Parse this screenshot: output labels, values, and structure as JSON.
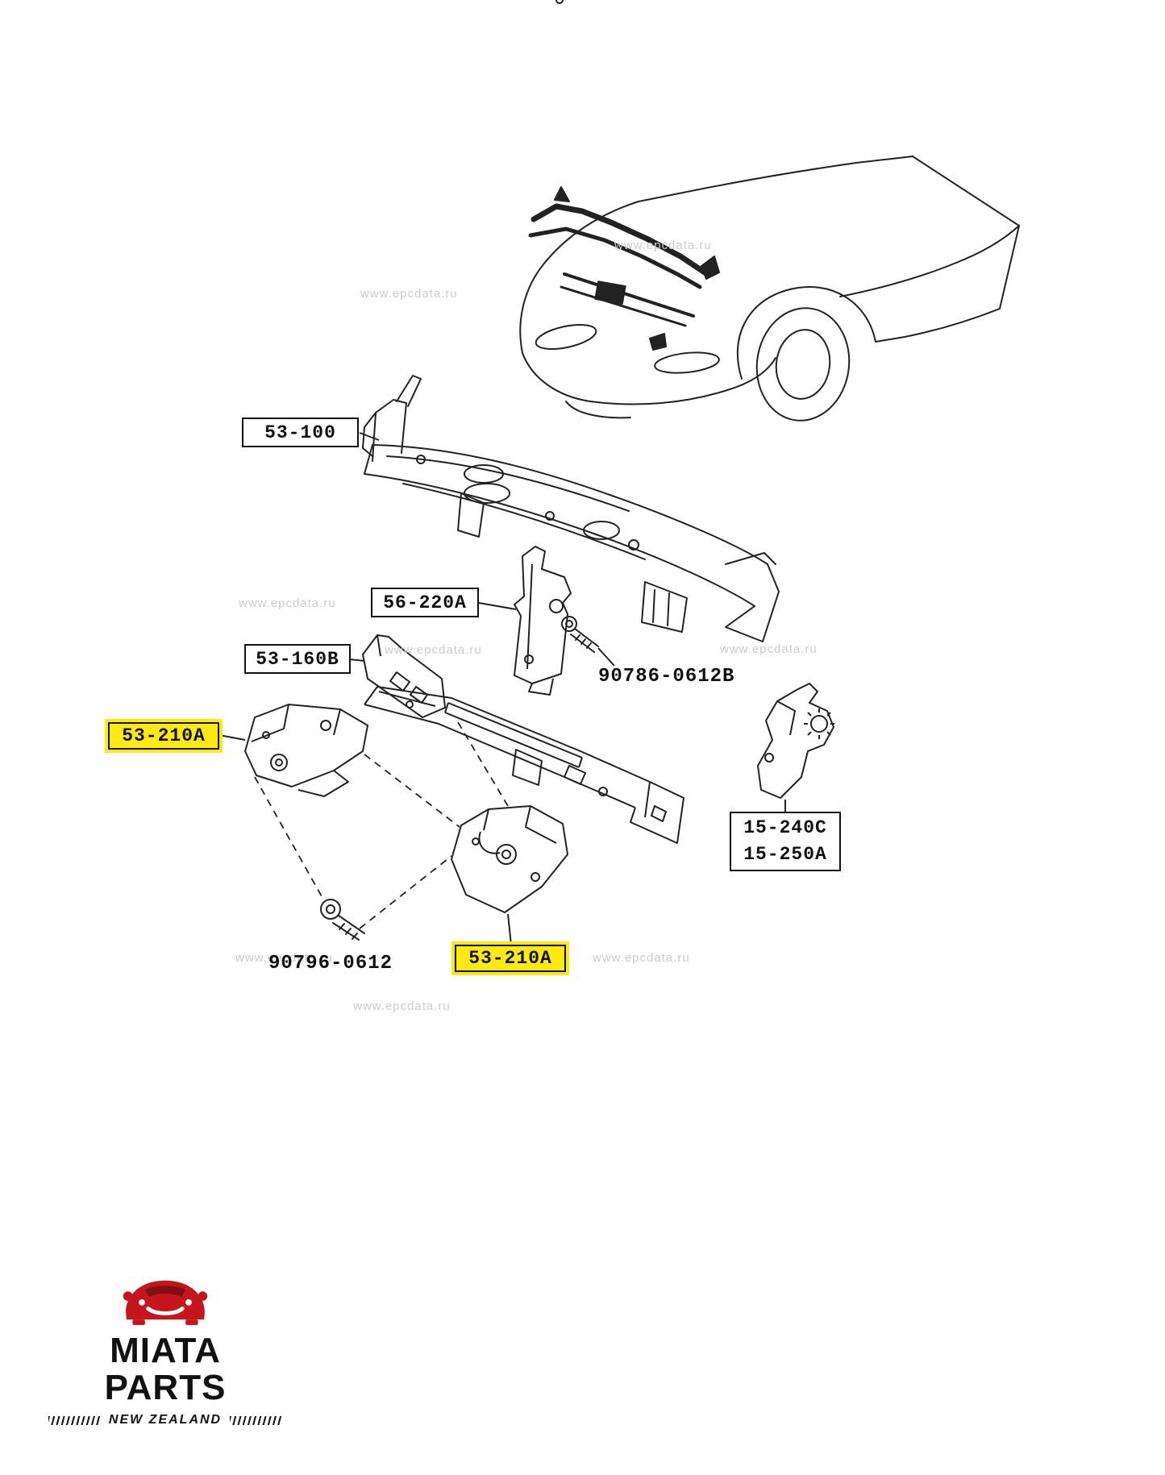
{
  "diagram": {
    "watermark": "www.epcdata.ru",
    "highlight_color": "#ffe913",
    "line_color": "#1a1a1a",
    "labels": {
      "part_53_100": "53-100",
      "part_56_220A": "56-220A",
      "part_53_160B": "53-160B",
      "part_53_210A_left": "53-210A",
      "part_53_210A_bottom": "53-210A",
      "bolt_90786": "90786-0612B",
      "bolt_90796": "90796-0612",
      "part_15_240C": "15-240C",
      "part_15_250A": "15-250A"
    }
  },
  "logo": {
    "title": "MIATA PARTS",
    "subtitle": "NEW ZEALAND",
    "accent_color": "#c4161c"
  }
}
